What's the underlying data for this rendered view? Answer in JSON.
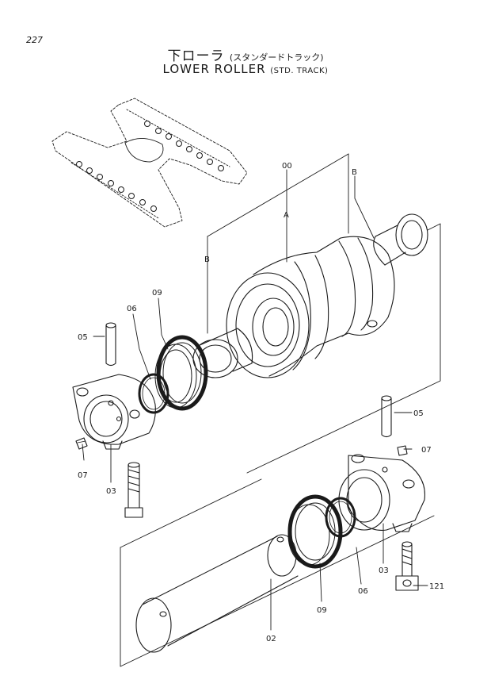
{
  "page_number": "227",
  "title": {
    "japanese": "下ローラ",
    "japanese_sub": "(スタンダードトラック)",
    "english": "LOWER ROLLER",
    "english_sub": "(STD. TRACK)"
  },
  "callouts": {
    "assembly": "00",
    "subassembly_a": "A",
    "bushing_b_right": "B",
    "bushing_b_left": "B",
    "pin_left": "05",
    "oring_left": "06",
    "seal_left": "09",
    "setscrew_left": "07",
    "collar_left": "03",
    "pin_right": "05",
    "setscrew_right": "07",
    "collar_right": "03",
    "bolt": "121",
    "oring_right": "06",
    "seal_right": "09",
    "shaft": "02"
  }
}
